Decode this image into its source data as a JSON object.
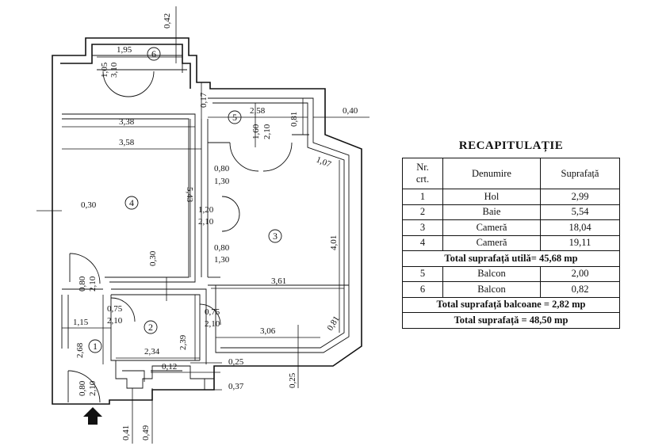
{
  "plan": {
    "rooms": [
      "1",
      "2",
      "3",
      "4",
      "5",
      "6"
    ],
    "dims": {
      "top_042": "0,42",
      "balcony6_width": "1,95",
      "balcony6_door_a": "1,05",
      "balcony6_door_b": "3,10",
      "d_017": "0,17",
      "d_338": "3,38",
      "d_358": "3,58",
      "d_258": "2,58",
      "d_081a": "0,81",
      "d_040": "0,40",
      "d_160": "1,60",
      "d_210a": "2,10",
      "d_107": "1,07",
      "d_543": "5,43",
      "d_080a": "0,80",
      "d_130a": "1,30",
      "d_030a": "0,30",
      "d_120": "1,20",
      "d_210b": "2,10",
      "d_401": "4,01",
      "d_030b": "0,30",
      "d_080b": "0,80",
      "d_130b": "1,30",
      "d_080c": "0,80",
      "d_210c": "2,10",
      "d_361": "3,61",
      "d_075a": "0,75",
      "d_210d": "2,10",
      "d_075b": "0,75",
      "d_210e": "2,10",
      "d_115": "1,15",
      "d_306": "3,06",
      "d_081b": "0,81",
      "d_268": "2,68",
      "d_239": "2,39",
      "d_234": "2,34",
      "d_025a": "0,25",
      "d_012": "0,12",
      "d_025b": "0,25",
      "d_037": "0,37",
      "d_080d": "0,80",
      "d_210f": "2,10",
      "d_041": "0,41",
      "d_049": "0,49"
    }
  },
  "recap": {
    "title": "RECAPITULAȚIE",
    "headers": {
      "nr": "Nr.",
      "crt": "crt.",
      "name": "Denumire",
      "area": "Suprafață"
    },
    "rows": [
      {
        "nr": "1",
        "name": "Hol",
        "area": "2,99"
      },
      {
        "nr": "2",
        "name": "Baie",
        "area": "5,54"
      },
      {
        "nr": "3",
        "name": "Cameră",
        "area": "18,04"
      },
      {
        "nr": "4",
        "name": "Cameră",
        "area": "19,11"
      }
    ],
    "total_util": "Total suprafață utilă= 45,68 mp",
    "balcony_rows": [
      {
        "nr": "5",
        "name": "Balcon",
        "area": "2,00"
      },
      {
        "nr": "6",
        "name": "Balcon",
        "area": "0,82"
      }
    ],
    "total_balcony": "Total suprafață balcoane = 2,82 mp",
    "total": "Total suprafață = 48,50 mp"
  }
}
